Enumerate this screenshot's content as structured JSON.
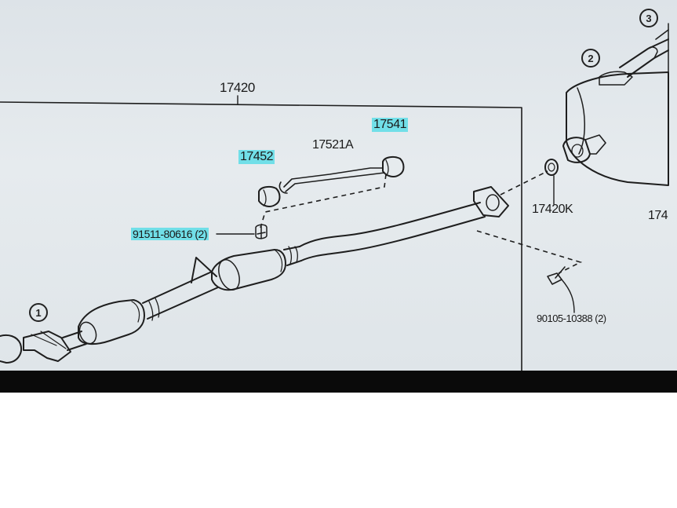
{
  "assembly_label": "17420",
  "parts": {
    "p17541": "17541",
    "p17521A": "17521A",
    "p17452": "17452",
    "p91511": "91511-80616 (2)",
    "p17420K": "17420K",
    "p90105": "90105-10388 (2)",
    "p174_cut": "174"
  },
  "callouts": {
    "c1": "1",
    "c2": "2",
    "c3": "3"
  },
  "colors": {
    "highlight": "#71dfe8",
    "line": "#1e1e1e",
    "screen_bg": "#e2e7eb"
  }
}
